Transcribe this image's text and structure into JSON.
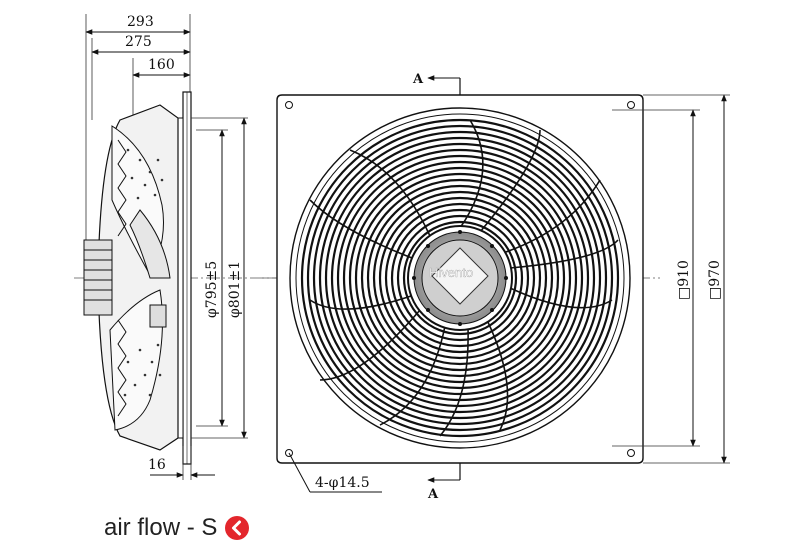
{
  "dimensions": {
    "d293": "293",
    "d275": "275",
    "d160": "160",
    "d16": "16",
    "diameter_795": "φ795±5",
    "diameter_801": "φ801±1",
    "square_910": "□910",
    "square_970": "□970",
    "holes": "4-φ14.5"
  },
  "section_marks": {
    "top": "A",
    "bottom": "A"
  },
  "watermark": "Hivento",
  "airflow": {
    "label": "air flow - S",
    "icon": "left-arrow-circle-icon",
    "icon_color": "#e3262c"
  }
}
